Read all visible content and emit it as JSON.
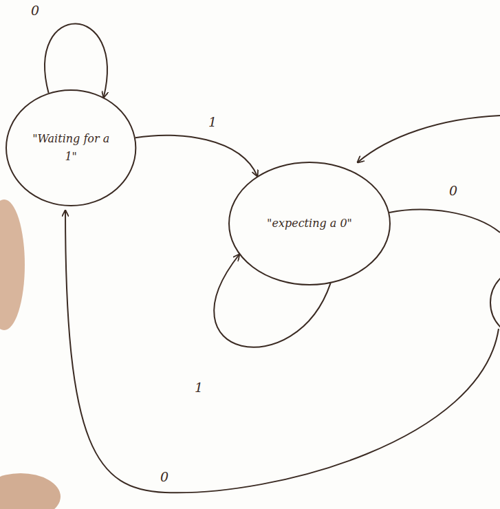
{
  "diagram": {
    "nodes": [
      {
        "text": [
          "\"Waiting for a 1\""
        ]
      },
      {
        "text": [
          "\"expecting a 0\""
        ]
      }
    ],
    "edges": [
      {
        "from": 0,
        "to": 0,
        "arrow": "to",
        "label": "0"
      },
      {
        "from": 0,
        "to": 1,
        "arrow": "to",
        "label": "1"
      },
      {
        "from": 1,
        "to": 1,
        "arrow": "to",
        "label": "1"
      }
    ],
    "labels": [
      "0",
      "0"
    ]
  }
}
